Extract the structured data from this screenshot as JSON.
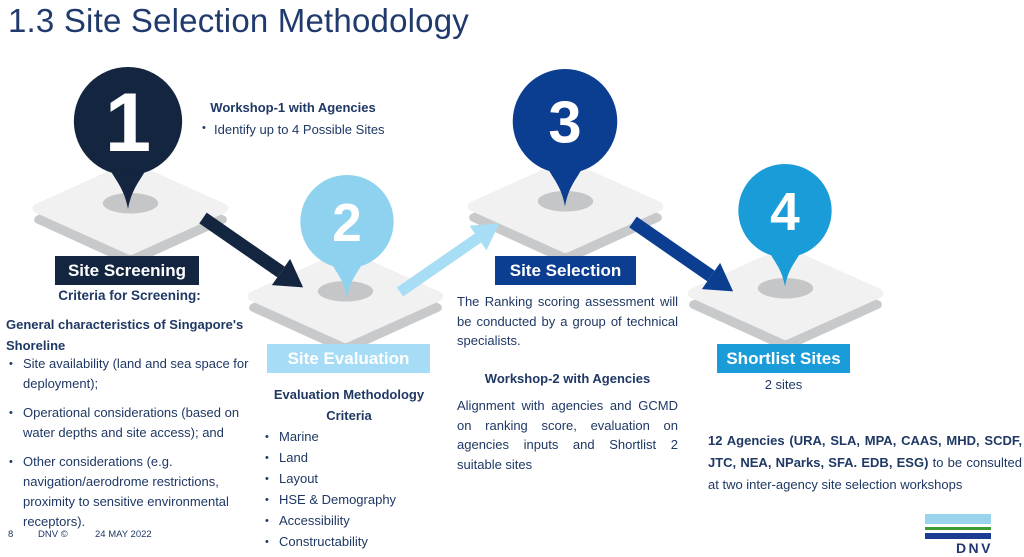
{
  "title": "1.3 Site Selection Methodology",
  "steps": [
    {
      "number": "1",
      "label": "Site Screening",
      "pin_color": "#142540",
      "box_color": "#142540"
    },
    {
      "number": "2",
      "label": "Site Evaluation",
      "pin_color": "#8ED2EF",
      "box_color": "#A6DCF5"
    },
    {
      "number": "3",
      "label": "Site Selection",
      "pin_color": "#0B3D91",
      "box_color": "#0B3D91"
    },
    {
      "number": "4",
      "label": "Shortlist Sites",
      "pin_color": "#1A9CD8",
      "box_color": "#1A9CD8"
    }
  ],
  "arrows": {
    "step1_to_2": "#142540",
    "step2_to_3": "#A8DDF6",
    "step3_to_4": "#0B3D91"
  },
  "screening": {
    "workshop_title": "Workshop-1 with Agencies",
    "workshop_bullet": "Identify up to 4 Possible Sites",
    "criteria_title": "Criteria for Screening:",
    "subtitle": "General characteristics of Singapore's Shoreline",
    "bullets": [
      "Site availability (land and sea space for deployment);",
      "Operational considerations (based on water depths and site access); and",
      "Other considerations (e.g. navigation/aerodrome restrictions, proximity to sensitive environmental receptors)."
    ]
  },
  "evaluation": {
    "heading_line1": "Evaluation  Methodology",
    "heading_line2": "Criteria",
    "bullets": [
      "Marine",
      "Land",
      "Layout",
      "HSE & Demography",
      "Accessibility",
      "Constructability"
    ]
  },
  "selection": {
    "paragraph1": "The Ranking scoring assessment will be conducted by a group of technical specialists.",
    "workshop_title": "Workshop-2 with Agencies",
    "paragraph2": "Alignment with agencies and GCMD on ranking score, evaluation on agencies inputs and Shortlist 2 suitable sites"
  },
  "shortlist": {
    "sites_note": "2 sites",
    "agencies_bold": "12 Agencies (URA, SLA, MPA, CAAS, MHD, SCDF, JTC, NEA, NParks, SFA. EDB, ESG)",
    "agencies_rest": " to be consulted at two inter-agency site selection workshops"
  },
  "footer": {
    "page_number": "8",
    "copyright": "DNV ©",
    "date": "24 MAY 2022"
  },
  "logo": {
    "text": "DNV",
    "bar_light_blue": "#9AD3EC",
    "bar_green": "#3F9C35",
    "bar_dark_blue": "#1B3C90",
    "word_color": "#24386E"
  },
  "colors": {
    "title_text": "#203A6E",
    "body_text": "#1F3864",
    "platform_top": "#F1F1F2",
    "platform_side": "#C7C9CB",
    "pin_shadow": "#C5C6C7"
  }
}
